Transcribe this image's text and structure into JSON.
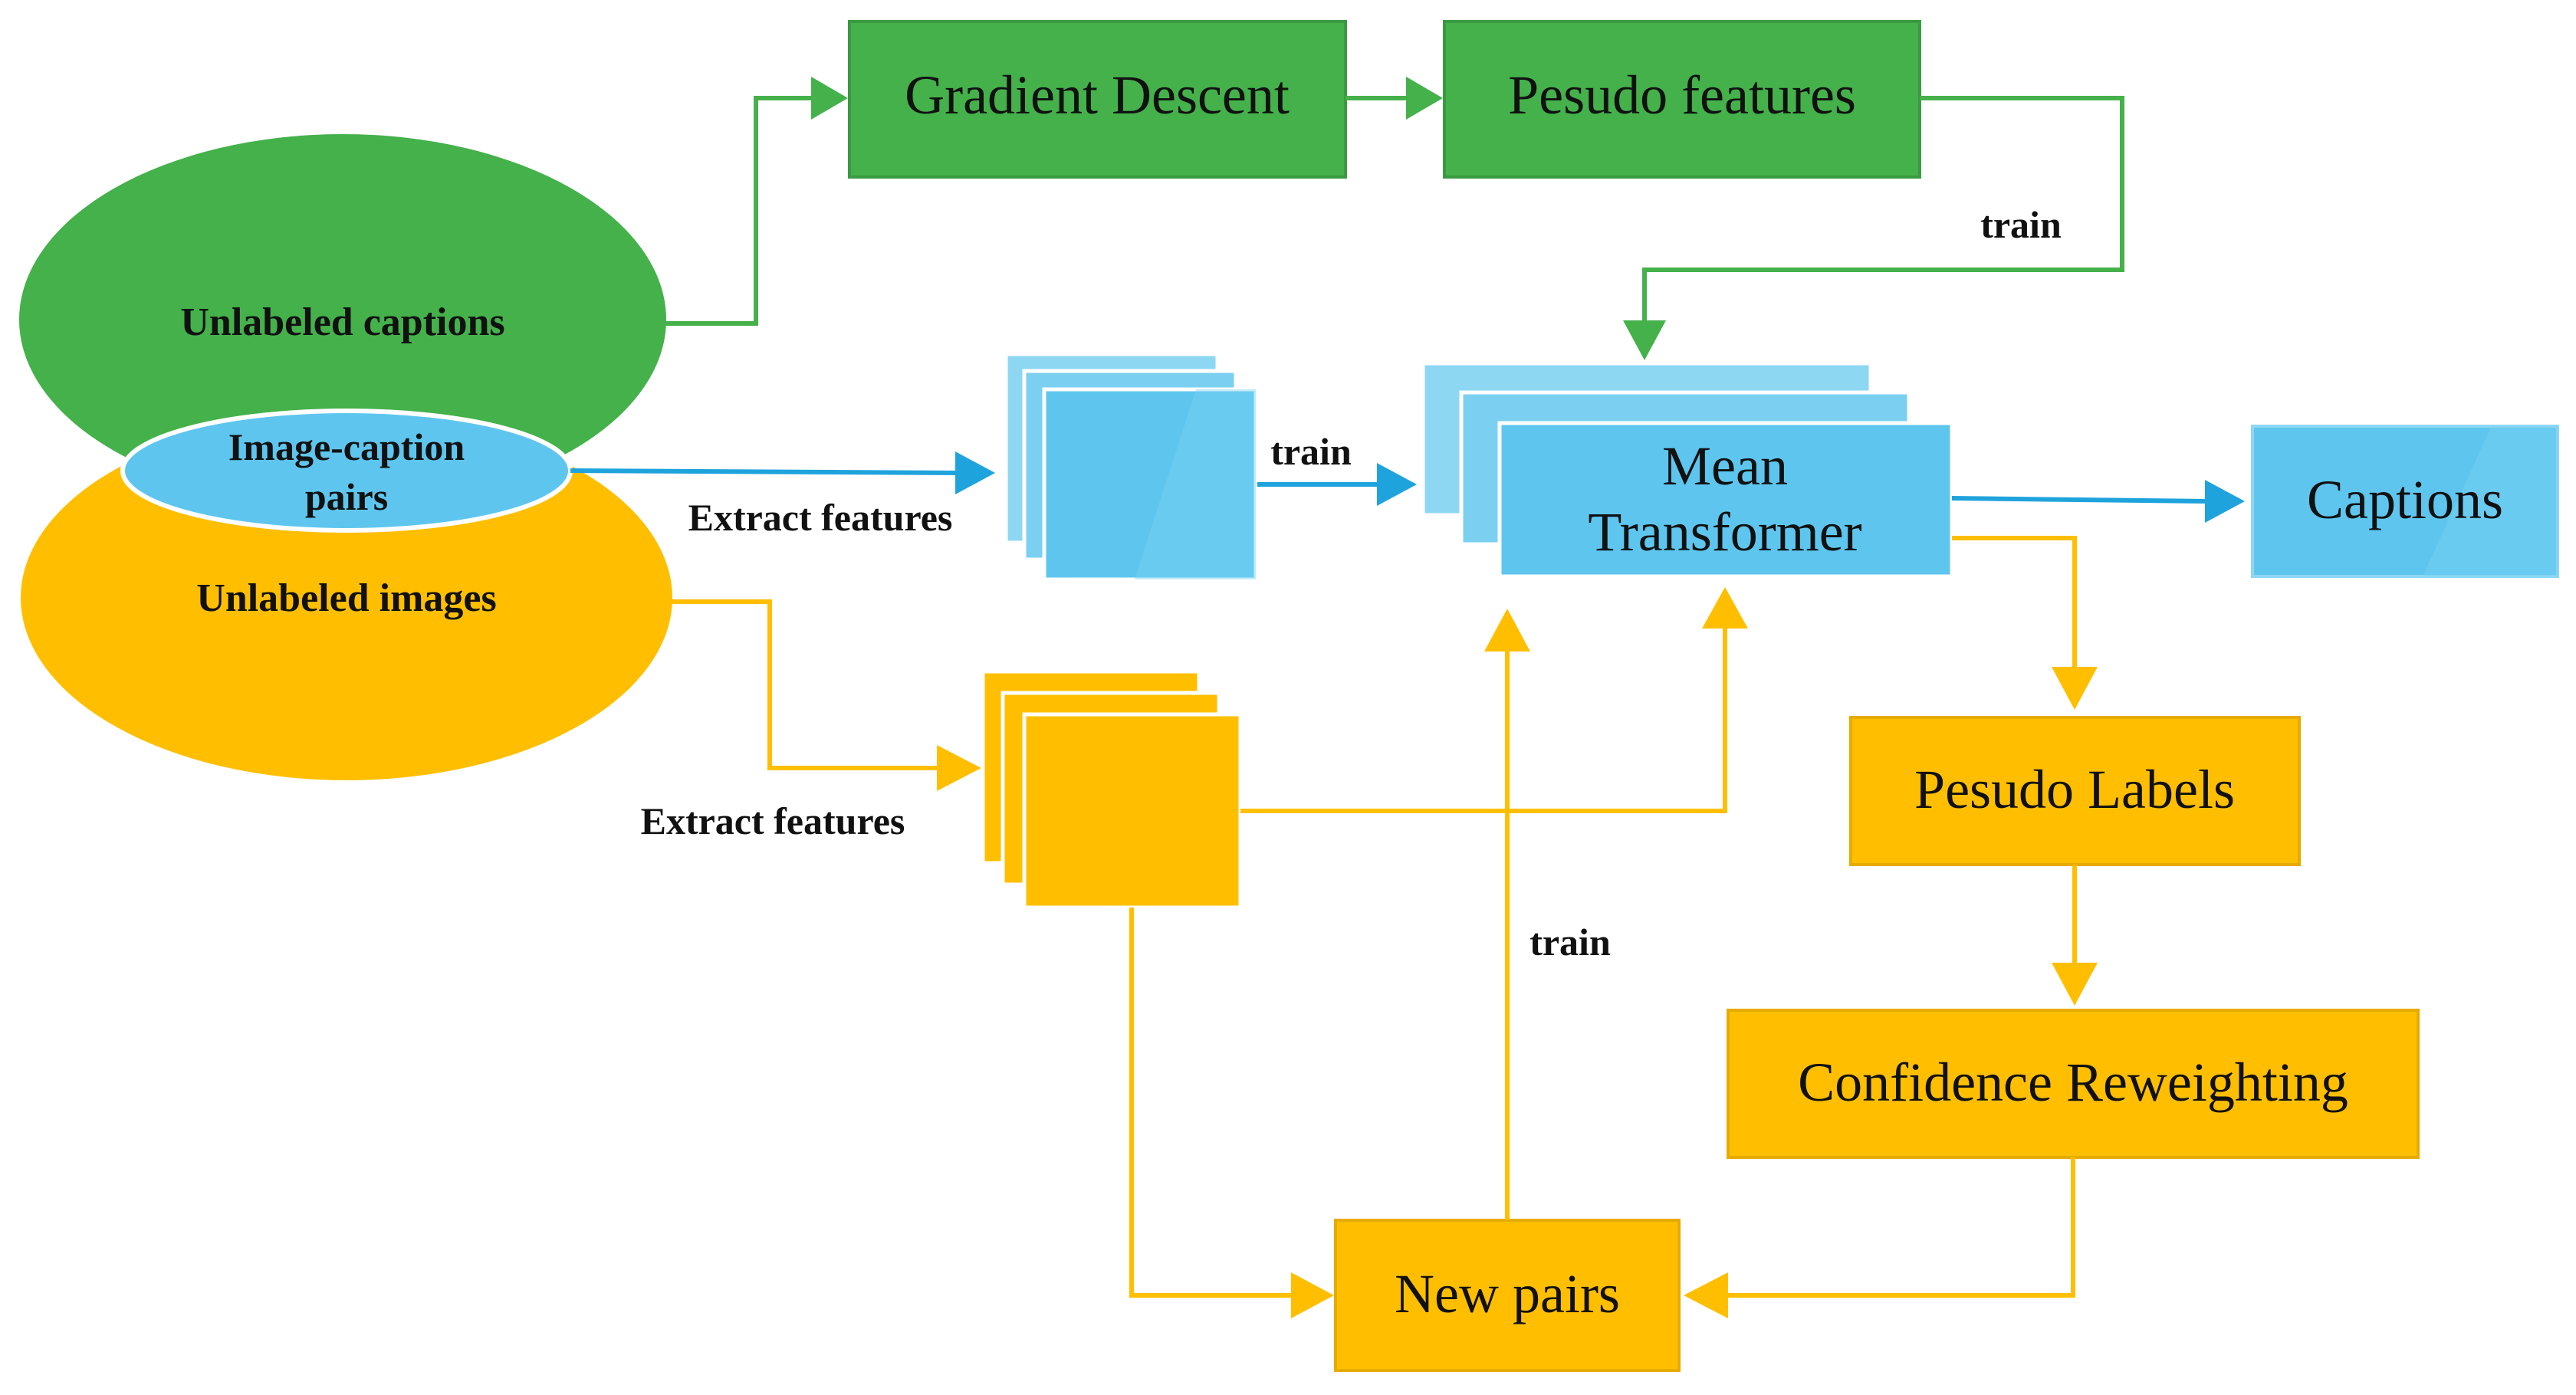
{
  "colors": {
    "green": "#44b14b",
    "green_dark": "#3a9a41",
    "blue": "#5ec6ee",
    "blue_light": "#8dd7f3",
    "blue_line": "#1fa3dc",
    "orange": "#ffbf00",
    "orange_dark": "#e6ab00"
  },
  "nodes": {
    "unlabeled_captions": "Unlabeled captions",
    "image_caption_pairs_line1": "Image-caption",
    "image_caption_pairs_line2": "pairs",
    "unlabeled_images": "Unlabeled images",
    "gradient_descent": "Gradient Descent",
    "pseudo_features": "Pesudo features",
    "mean_transformer_line1": "Mean",
    "mean_transformer_line2": "Transformer",
    "captions": "Captions",
    "pseudo_labels": "Pesudo Labels",
    "confidence_reweighting": "Confidence Reweighting",
    "new_pairs": "New pairs"
  },
  "edge_labels": {
    "extract_features_blue": "Extract features",
    "extract_features_orange": "Extract features",
    "train_green": "train",
    "train_blue": "train",
    "train_orange": "train"
  }
}
